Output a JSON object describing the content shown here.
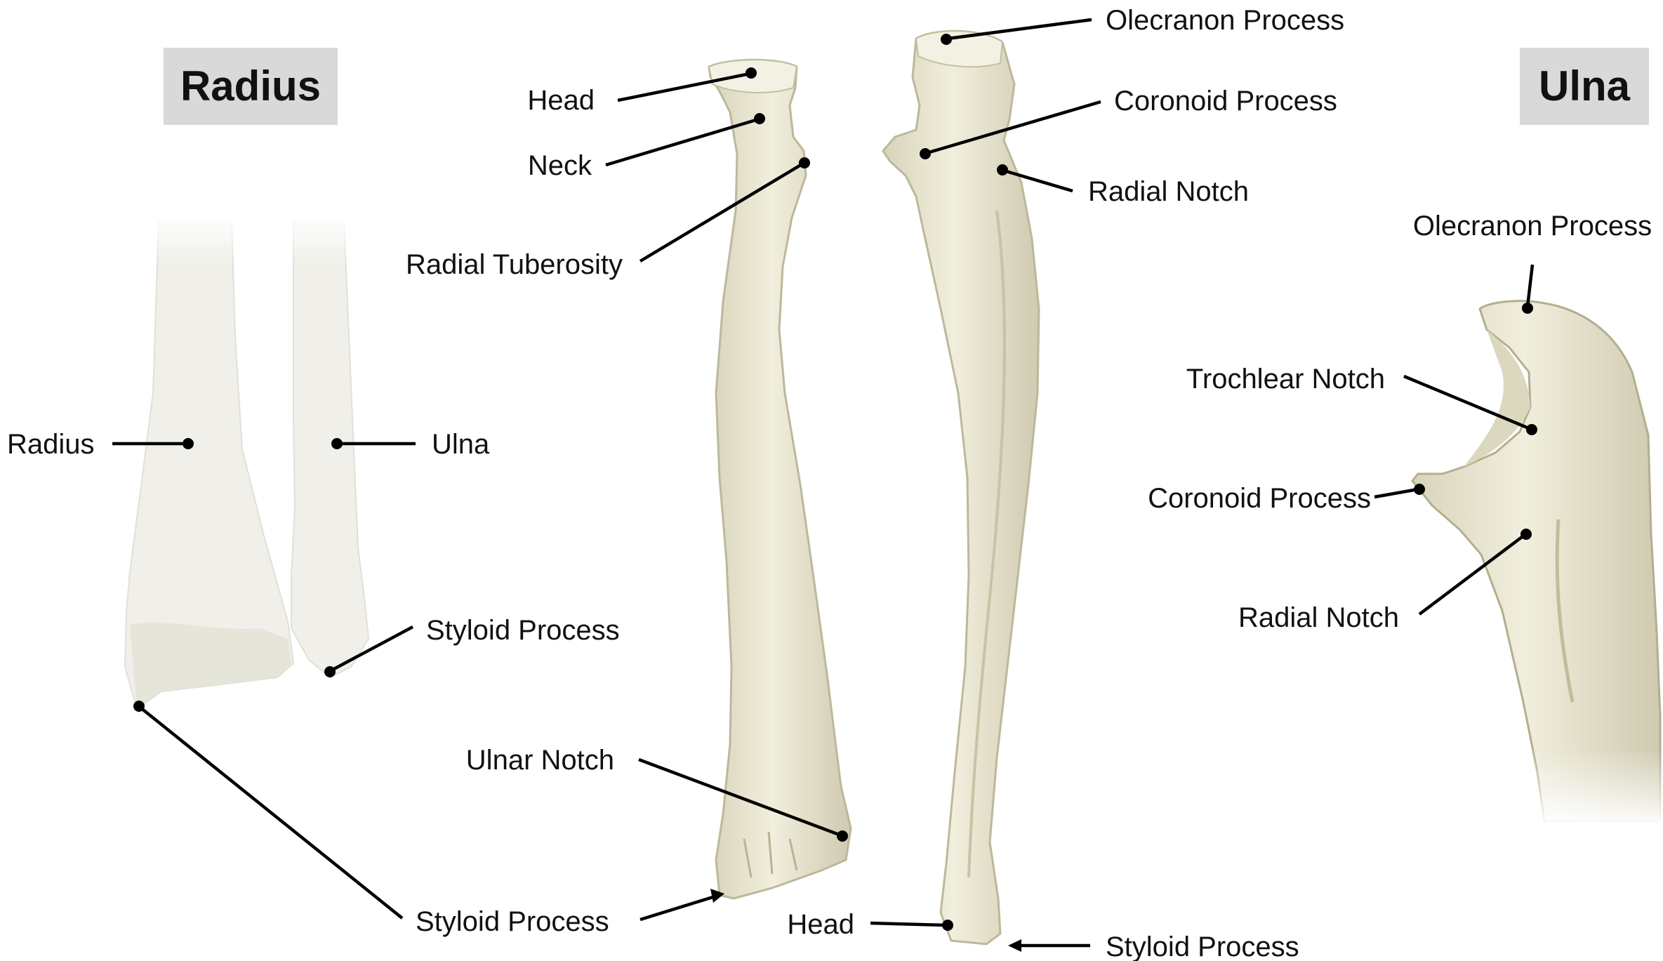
{
  "titles": {
    "radius": "Radius",
    "ulna": "Ulna"
  },
  "labels": {
    "wrist_radius": "Radius",
    "wrist_ulna": "Ulna",
    "wrist_ulna_styloid": "Styloid Process",
    "wrist_radius_styloid": "Styloid Process",
    "radius_head": "Head",
    "radius_neck": "Neck",
    "radial_tuberosity": "Radial Tuberosity",
    "ulnar_notch": "Ulnar Notch",
    "ulna_olecranon": "Olecranon Process",
    "ulna_coronoid": "Coronoid Process",
    "ulna_radial_notch": "Radial Notch",
    "ulna_head": "Head",
    "ulna_styloid": "Styloid Process",
    "detail_olecranon": "Olecranon Process",
    "detail_trochlear_notch": "Trochlear Notch",
    "detail_coronoid": "Coronoid Process",
    "detail_radial_notch": "Radial Notch"
  },
  "colors": {
    "bone": "#ece9d6",
    "bone_shadow": "#c9c5a8",
    "title_box": "#d9d9d9",
    "leader": "#000000"
  }
}
